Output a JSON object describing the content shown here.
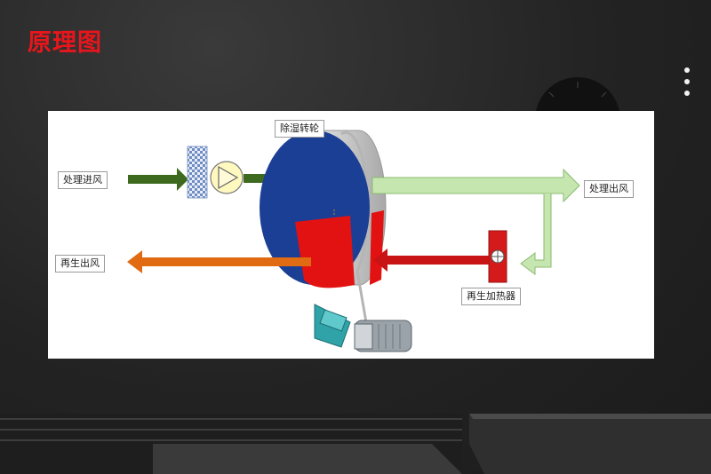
{
  "header": {
    "title": "原理图"
  },
  "menu": {
    "icon": "more-vertical-icon"
  },
  "diagram": {
    "labels": {
      "wheel": "除湿转轮",
      "process_in": "处理进风",
      "process_out": "处理出风",
      "regen_out": "再生出风",
      "regen_heater": "再生加热器"
    },
    "colors": {
      "title_red": "#e8161c",
      "process_in_arrow": "#3d6a1f",
      "process_out_arrow": "#c6e6b0",
      "regen_in_arrow": "#c81414",
      "regen_out_arrow": "#e06b12",
      "wheel_face": "#1b3f95",
      "wheel_sector": "#e21212",
      "wheel_rim": "#c8c8c8"
    }
  }
}
